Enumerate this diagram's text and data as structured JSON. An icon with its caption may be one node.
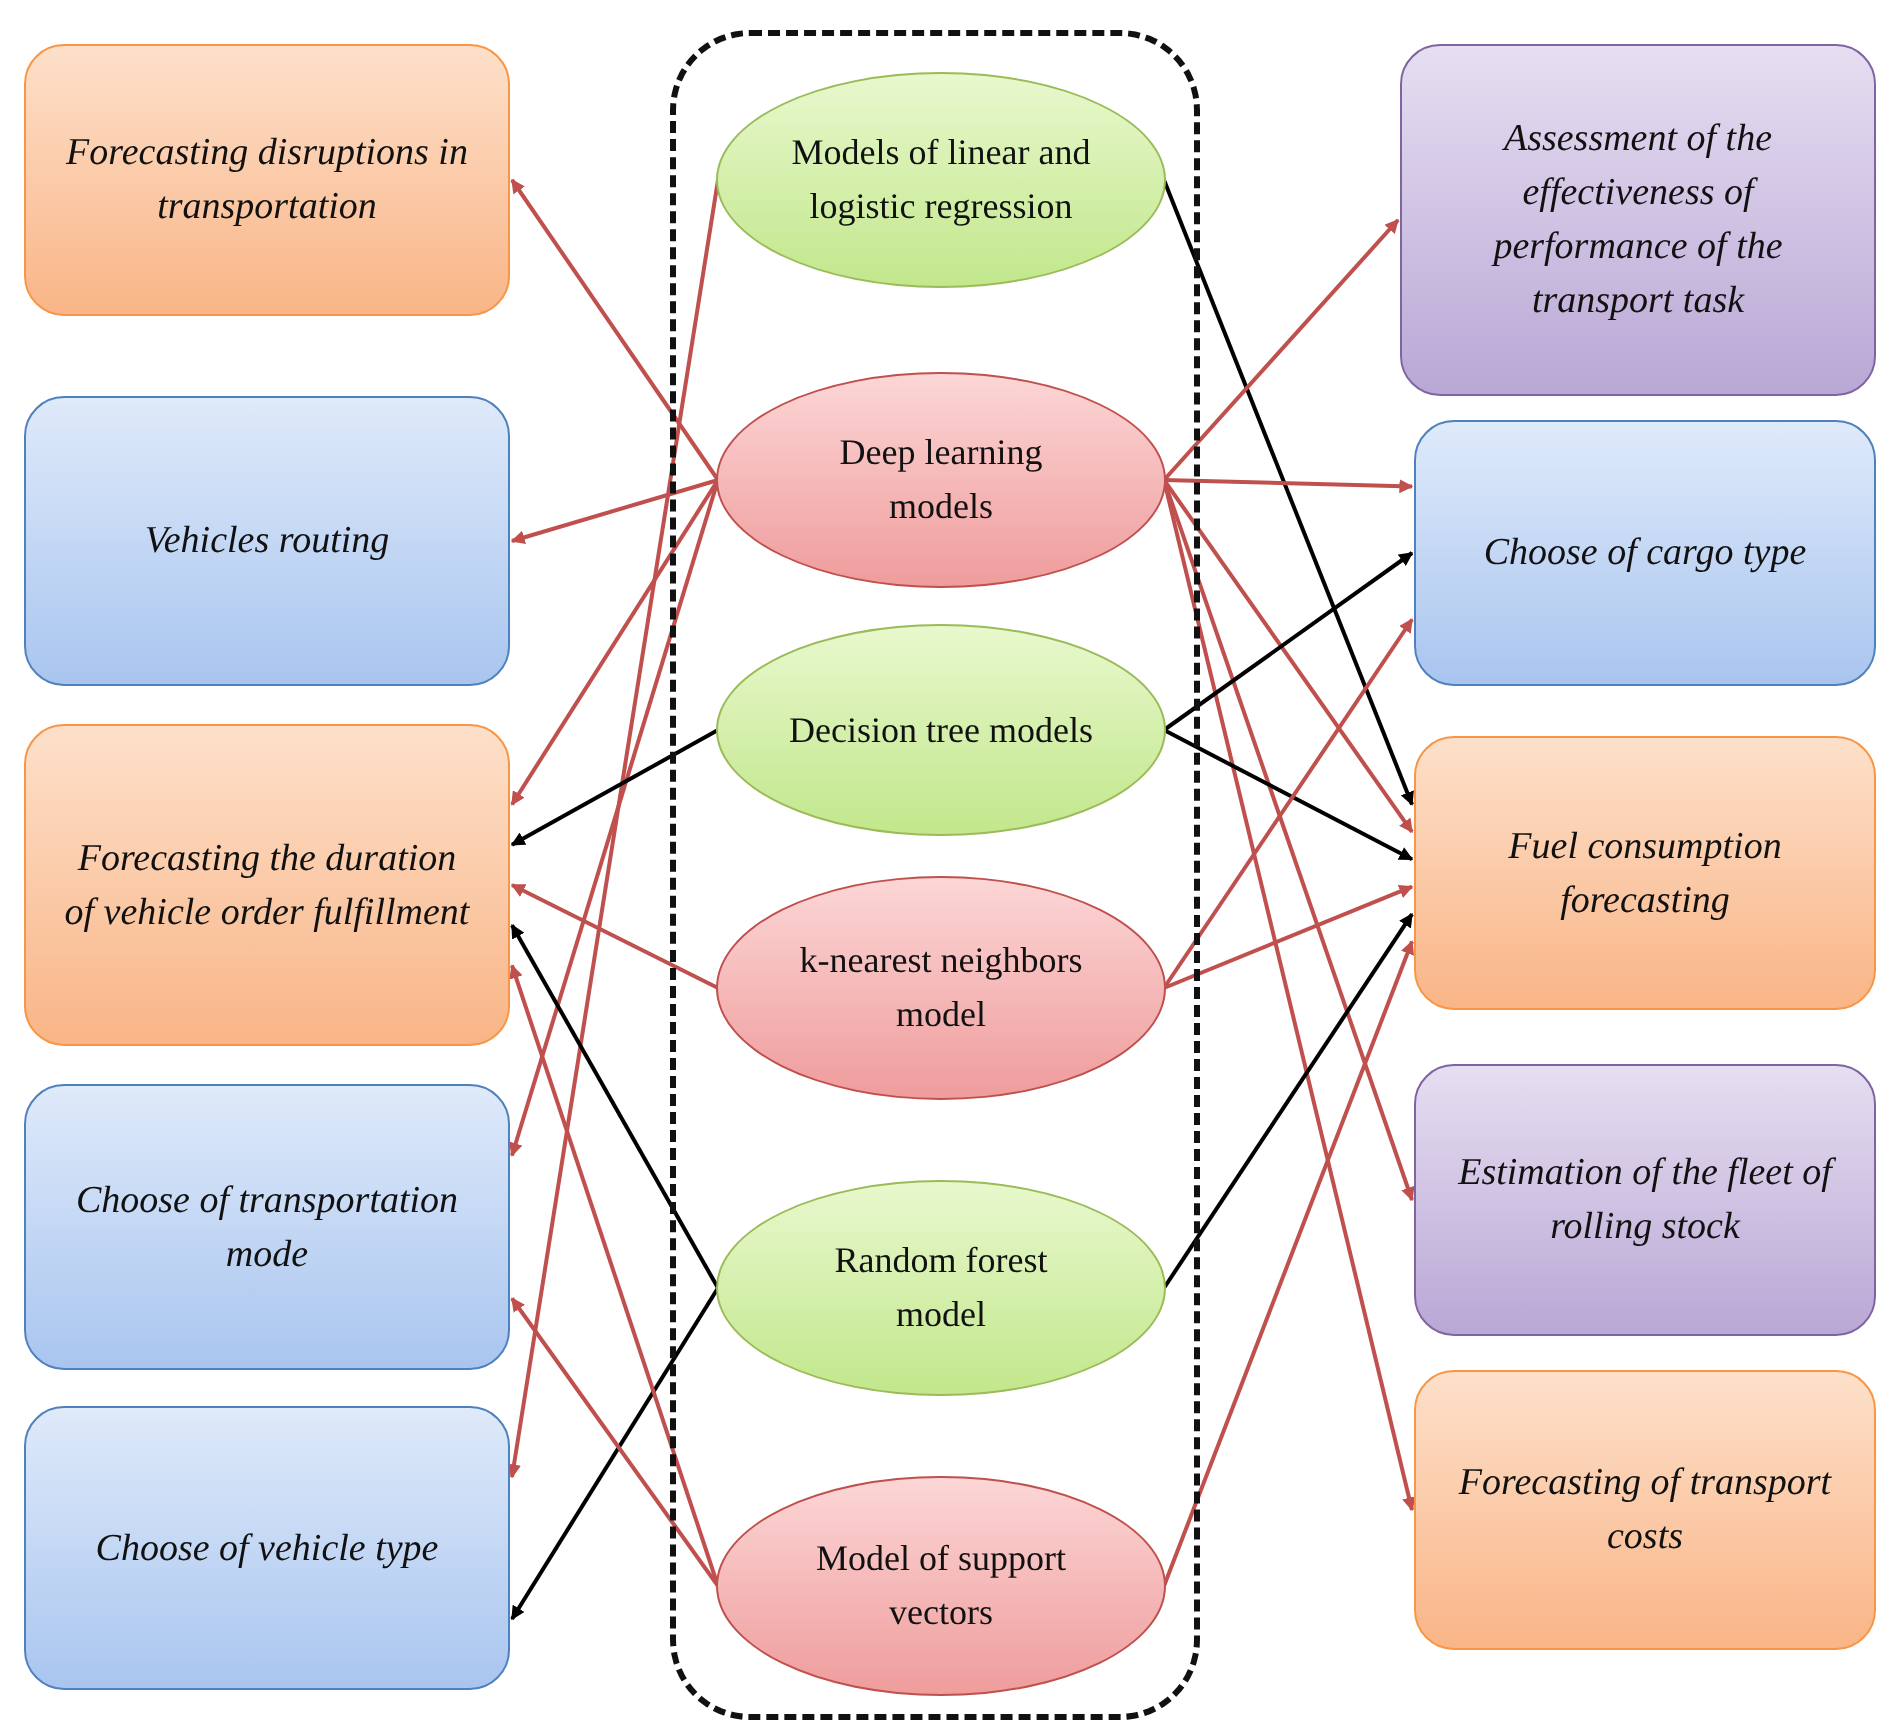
{
  "diagram": {
    "nodes": [
      {
        "text": [
          "Forecasting disruptions in transportation"
        ]
      },
      {
        "text": [
          "Vehicles routing"
        ]
      },
      {
        "text": [
          "Forecasting the duration of vehicle order fulfillment"
        ]
      },
      {
        "text": [
          "Choose of transportation mode"
        ]
      },
      {
        "text": [
          "Choose of vehicle type"
        ]
      },
      {
        "text": [],
        "shape": "box"
      },
      {
        "text": [
          "Models of linear and logistic regression"
        ],
        "in": 5
      },
      {
        "text": [
          "Deep learning models"
        ],
        "in": 5
      },
      {
        "text": [
          "Decision tree models"
        ],
        "in": 5
      },
      {
        "text": [
          "k-nearest neighbors model"
        ],
        "in": 5
      },
      {
        "text": [
          "Random forest model"
        ],
        "in": 5
      },
      {
        "text": [
          "Model of support vectors"
        ],
        "in": 5
      },
      {
        "text": [
          "Assessment of the effectiveness of performance of the transport task"
        ]
      },
      {
        "text": [
          "Choose of cargo type"
        ]
      },
      {
        "text": [
          "Fuel consumption forecasting"
        ]
      },
      {
        "text": [
          "Estimation of the fleet of rolling stock"
        ]
      },
      {
        "text": [
          "Forecasting of transport costs"
        ]
      }
    ],
    "edges": [
      {
        "from": 7,
        "to": 0,
        "arrow": "to"
      },
      {
        "from": 7,
        "to": 1,
        "arrow": "to"
      },
      {
        "from": 7,
        "to": 2,
        "arrow": "to"
      },
      {
        "from": 7,
        "to": 3,
        "arrow": "to"
      },
      {
        "from": 6,
        "to": 4,
        "arrow": "to"
      },
      {
        "from": 8,
        "to": 2,
        "arrow": "to",
        "color": "#000000"
      },
      {
        "from": 9,
        "to": 2,
        "arrow": "to"
      },
      {
        "from": 10,
        "to": 2,
        "arrow": "to",
        "color": "#000000"
      },
      {
        "from": 10,
        "to": 4,
        "arrow": "to",
        "color": "#000000"
      },
      {
        "from": 11,
        "to": 2,
        "arrow": "to"
      },
      {
        "from": 11,
        "to": 3,
        "arrow": "to"
      },
      {
        "from": 6,
        "to": 14,
        "arrow": "to",
        "color": "#000000"
      },
      {
        "from": 7,
        "to": 12,
        "arrow": "to"
      },
      {
        "from": 7,
        "to": 13,
        "arrow": "to"
      },
      {
        "from": 7,
        "to": 14,
        "arrow": "to"
      },
      {
        "from": 7,
        "to": 15,
        "arrow": "to"
      },
      {
        "from": 7,
        "to": 16,
        "arrow": "to"
      },
      {
        "from": 8,
        "to": 13,
        "arrow": "to",
        "color": "#000000"
      },
      {
        "from": 8,
        "to": 14,
        "arrow": "to",
        "color": "#000000"
      },
      {
        "from": 9,
        "to": 13,
        "arrow": "to"
      },
      {
        "from": 9,
        "to": 14,
        "arrow": "to"
      },
      {
        "from": 10,
        "to": 14,
        "arrow": "to",
        "color": "#000000"
      },
      {
        "from": 11,
        "to": 14,
        "arrow": "to"
      }
    ]
  }
}
